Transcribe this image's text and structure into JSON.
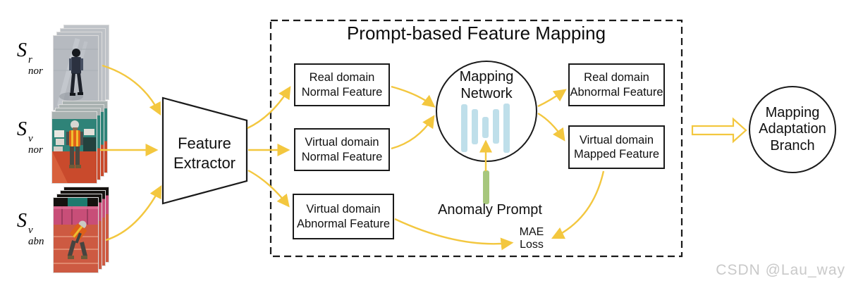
{
  "diagram": {
    "title": "Prompt-based Feature Mapping",
    "inputs": [
      {
        "base": "S",
        "sup": "r",
        "sub": "nor"
      },
      {
        "base": "S",
        "sup": "v",
        "sub": "nor"
      },
      {
        "base": "S",
        "sup": "v",
        "sub": "abn"
      }
    ],
    "feature_extractor": {
      "lines": [
        "Feature",
        "Extractor"
      ]
    },
    "feature_boxes": [
      {
        "lines": [
          "Real domain",
          "Normal Feature"
        ]
      },
      {
        "lines": [
          "Virtual domain",
          "Normal Feature"
        ]
      },
      {
        "lines": [
          "Virtual domain",
          "Abnormal Feature"
        ]
      },
      {
        "lines": [
          "Real domain",
          "Abnormal Feature"
        ]
      },
      {
        "lines": [
          "Virtual domain",
          "Mapped Feature"
        ]
      }
    ],
    "mapping_network": {
      "lines": [
        "Mapping",
        "Network"
      ]
    },
    "anomaly_prompt": {
      "label": "Anomaly Prompt"
    },
    "mae_loss": {
      "lines": [
        "MAE",
        "Loss"
      ]
    },
    "adaptation_branch": {
      "lines": [
        "Mapping",
        "Adaptation",
        "Branch"
      ]
    },
    "watermark": "CSDN @Lau_way",
    "colors": {
      "arrow_yellow": "#F3C73F",
      "network_bar_blue": "#BFDFEA",
      "prompt_bar_green": "#A7C77D",
      "outline_black": "#1a1a1a",
      "watermark_gray": "#C9C9C9"
    }
  }
}
